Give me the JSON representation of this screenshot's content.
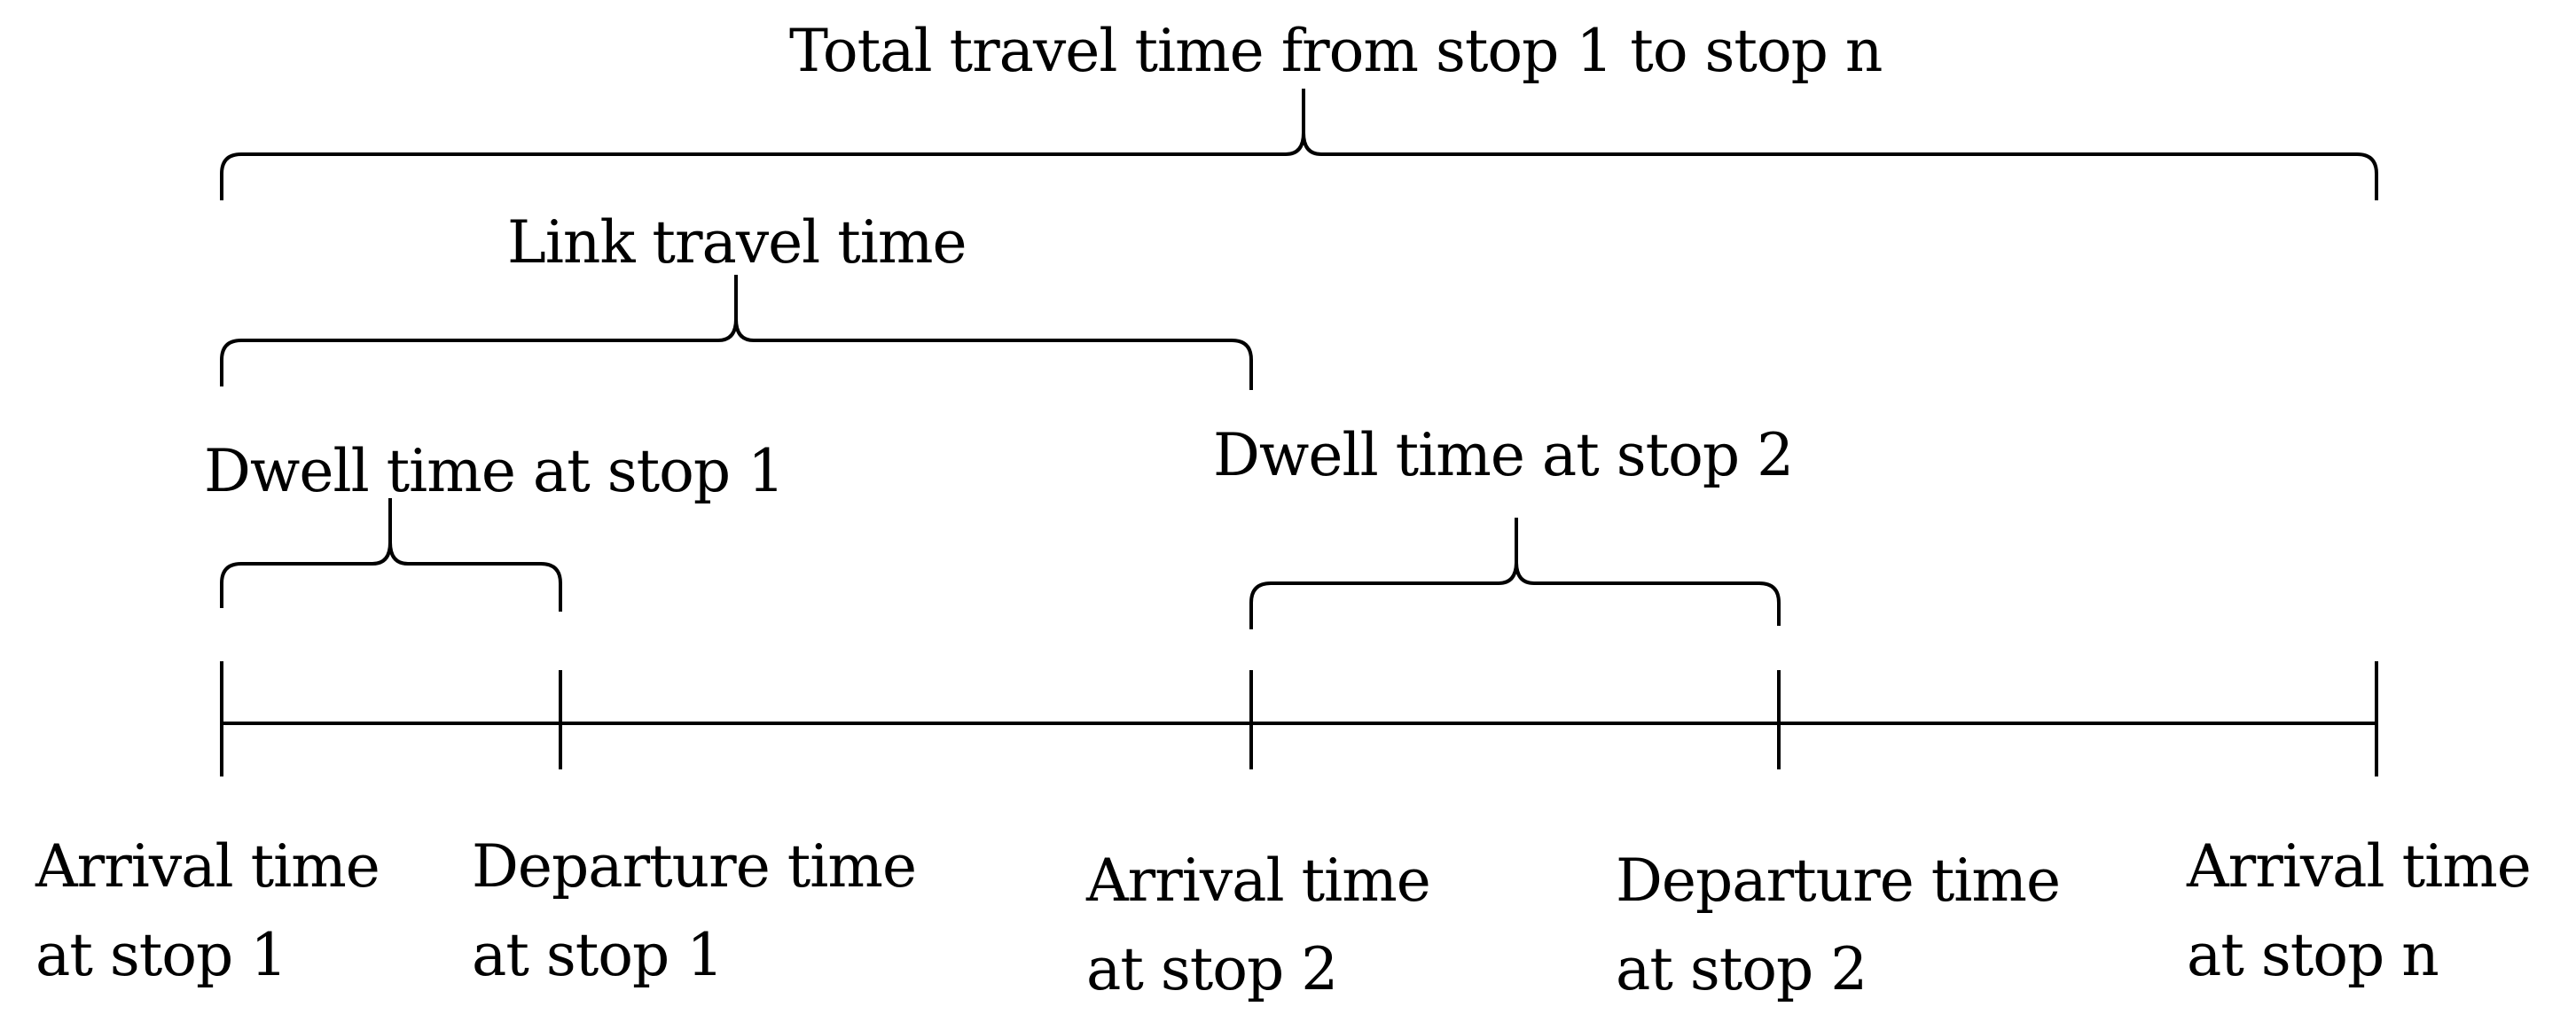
{
  "brackets": [
    {
      "id": "total",
      "label": "Total travel time from stop 1 to stop n"
    },
    {
      "id": "link",
      "label": "Link travel time"
    },
    {
      "id": "dwell1",
      "label": "Dwell time at stop 1"
    },
    {
      "id": "dwell2",
      "label": "Dwell time at stop 2"
    }
  ],
  "ticks": [
    {
      "line1": "Arrival time",
      "line2": "at stop 1"
    },
    {
      "line1": "Departure time",
      "line2": "at stop 1"
    },
    {
      "line1": "Arrival time",
      "line2": "at stop 2"
    },
    {
      "line1": "Departure time",
      "line2": "at stop 2"
    },
    {
      "line1": "Arrival time",
      "line2": "at stop n"
    }
  ],
  "colors": {
    "stroke": "#000000",
    "text": "#000000"
  }
}
